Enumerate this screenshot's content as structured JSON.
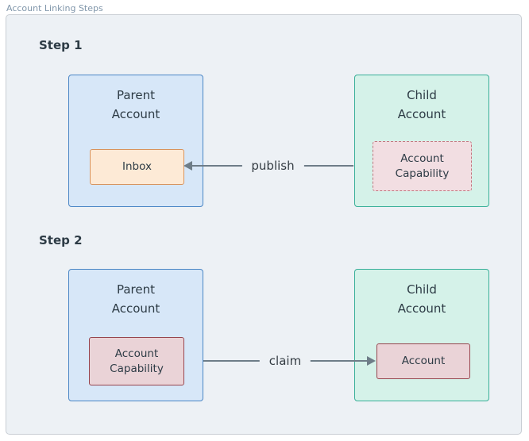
{
  "header": {
    "title": "Account Linking Steps"
  },
  "colors": {
    "panel_bg": "#edf1f5",
    "panel_border": "#c9ced4",
    "label_text": "#8096aa",
    "text": "#2d3b45",
    "parent_fill": "#d7e7f8",
    "parent_border": "#4a86c5",
    "child_fill": "#d5f2e9",
    "child_border": "#38af98",
    "inbox_fill": "#fdead6",
    "inbox_border": "#d8935c",
    "capability_dashed_fill": "#f2dee2",
    "capability_dashed_border": "#c2767f",
    "capability_solid_fill": "#ead3d7",
    "capability_solid_border": "#97454e",
    "arrow": "#6e7d88"
  },
  "steps": [
    {
      "label": "Step 1",
      "parent_title": "Parent Account",
      "parent_inner": "Inbox",
      "child_title": "Child Account",
      "child_inner": "Account Capability",
      "arrow_label": "publish",
      "arrow_direction": "left"
    },
    {
      "label": "Step 2",
      "parent_title": "Parent Account",
      "parent_inner": "Account Capability",
      "child_title": "Child Account",
      "child_inner": "Account",
      "arrow_label": "claim",
      "arrow_direction": "right"
    }
  ]
}
